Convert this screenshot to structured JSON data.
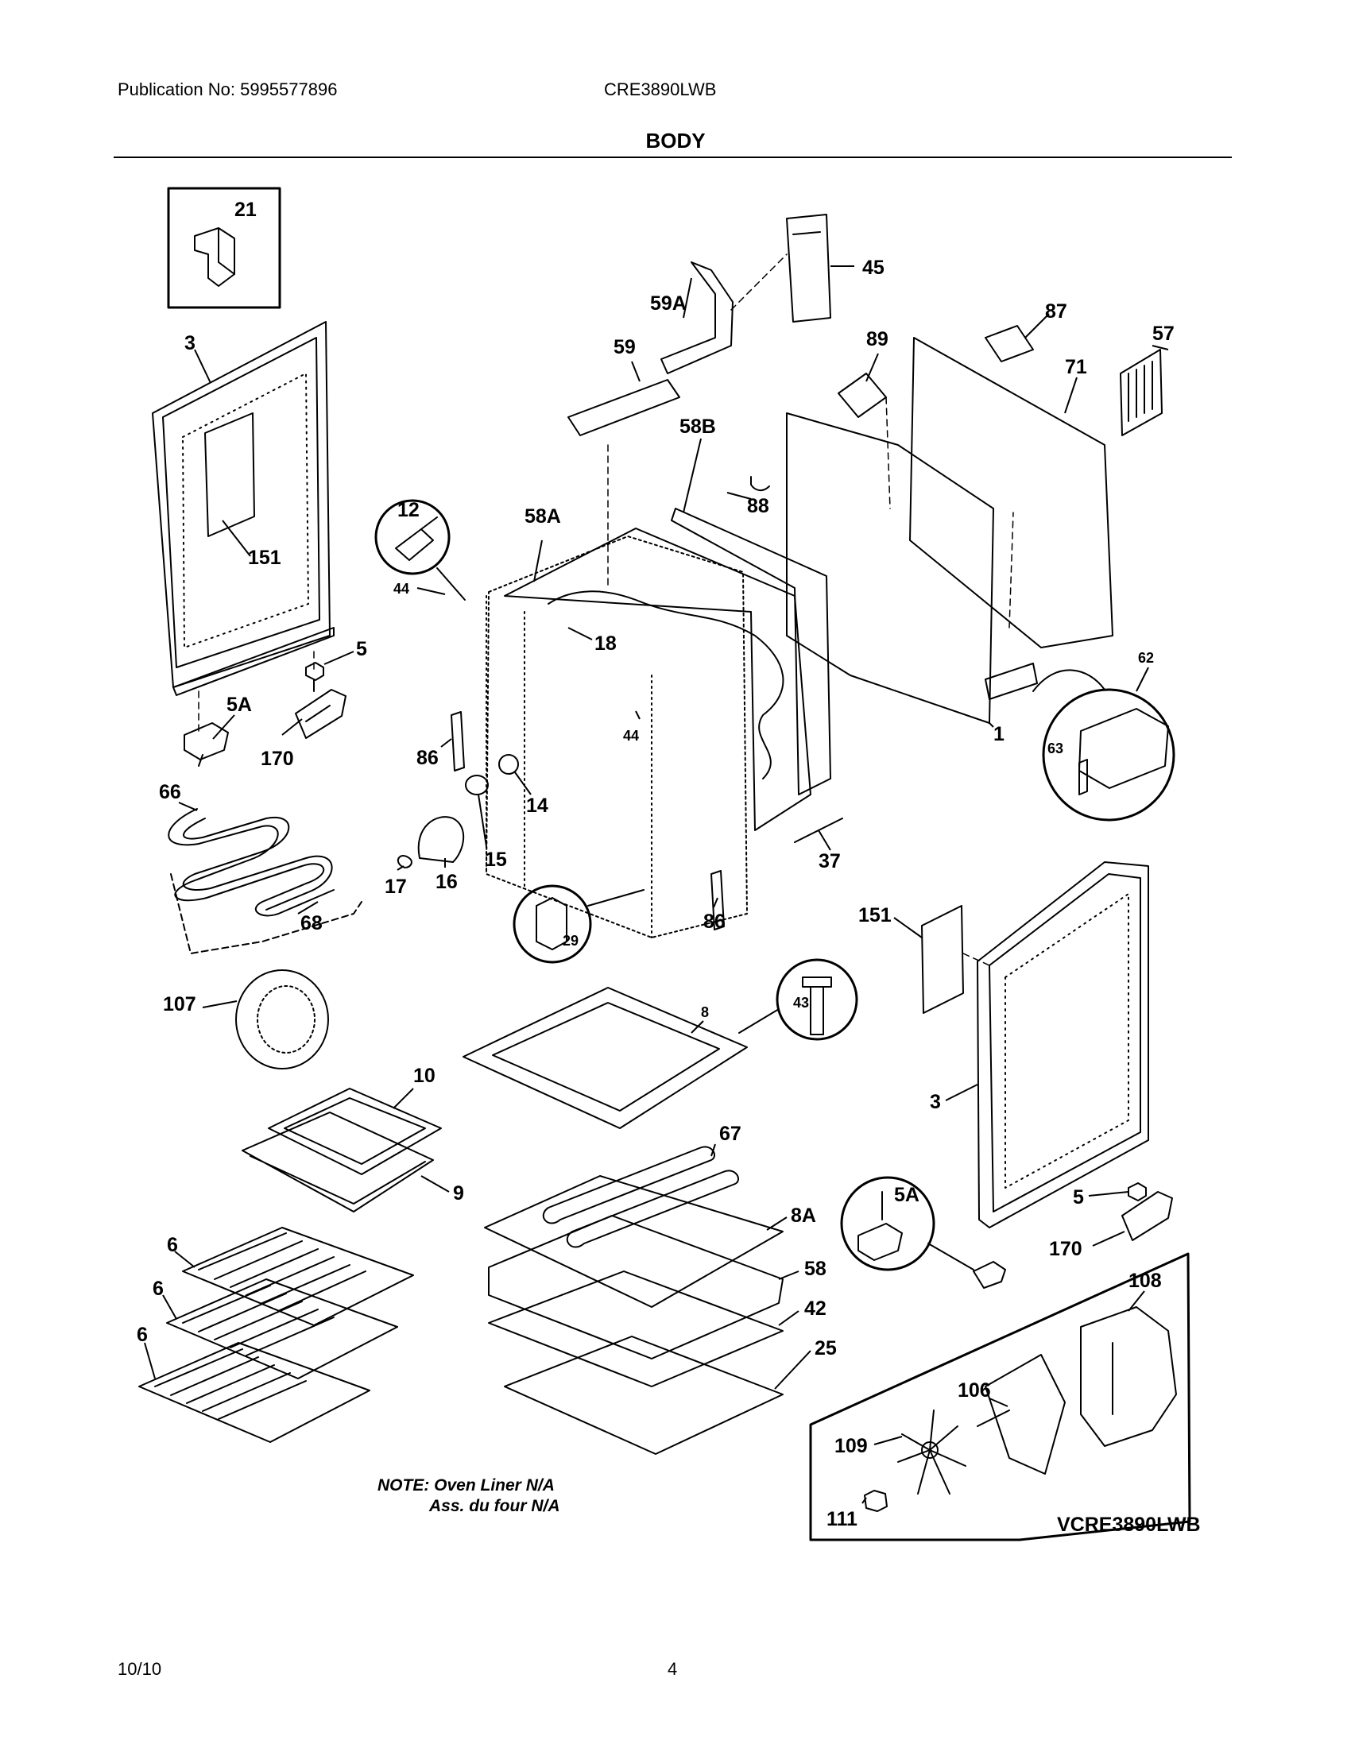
{
  "header": {
    "publication": "Publication No: 5995577896",
    "model": "CRE3890LWB",
    "section_title": "BODY"
  },
  "labels": {
    "p21": "21",
    "p3a": "3",
    "p151a": "151",
    "p5a": "5",
    "p5Aa": "5A",
    "p170a": "170",
    "p66": "66",
    "p68": "68",
    "p12": "12",
    "p44a": "44",
    "p58A": "58A",
    "p18": "18",
    "p44b": "44",
    "p86a": "86",
    "p14": "14",
    "p15": "15",
    "p16": "16",
    "p17": "17",
    "p29": "29",
    "p86b": "86",
    "p37": "37",
    "p59": "59",
    "p59A": "59A",
    "p45": "45",
    "p58B": "58B",
    "p88": "88",
    "p89": "89",
    "p87": "87",
    "p71": "71",
    "p57": "57",
    "p1": "1",
    "p62": "62",
    "p63": "63",
    "p107": "107",
    "p10": "10",
    "p9": "9",
    "p6a": "6",
    "p6b": "6",
    "p6c": "6",
    "p8": "8",
    "p43": "43",
    "p67": "67",
    "p8A": "8A",
    "p58": "58",
    "p42": "42",
    "p25": "25",
    "p151b": "151",
    "p3b": "3",
    "p5b": "5",
    "p5Ab": "5A",
    "p170b": "170",
    "p108": "108",
    "p106": "106",
    "p109": "109",
    "p111": "111"
  },
  "inset": {
    "model_label": "VCRE3890LWB"
  },
  "note": {
    "line1": "NOTE: Oven Liner N/A",
    "line2": "Ass. du four N/A"
  },
  "footer": {
    "date": "10/10",
    "page": "4"
  }
}
